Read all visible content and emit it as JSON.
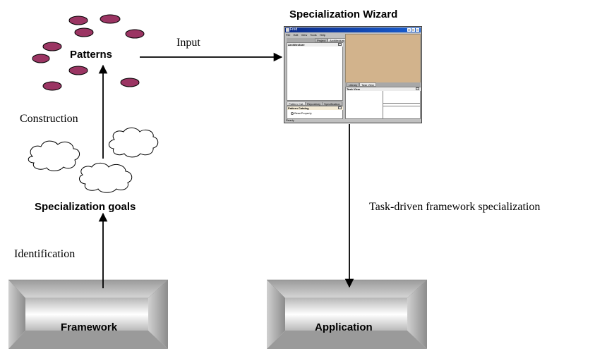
{
  "patterns": {
    "label": "Patterns",
    "color": "#9b3563"
  },
  "specialization_goals": {
    "label": "Specialization goals"
  },
  "construction": {
    "label": "Construction"
  },
  "identification": {
    "label": "Identification"
  },
  "framework": {
    "label": "Framework"
  },
  "application": {
    "label": "Application"
  },
  "input": {
    "label": "Input"
  },
  "task_driven": {
    "label": "Task-driven framework specialization"
  },
  "wizard": {
    "heading": "Specialization Wizard",
    "window_title": "Fred",
    "menu": [
      "File",
      "Edit",
      "View",
      "Tools",
      "Help"
    ],
    "top_tabs": [
      "Project",
      "Architecture"
    ],
    "left_header": "Architecture",
    "bottom_tabs": [
      "Pattern Cat...",
      "Repository",
      "Specification"
    ],
    "catalog_header": "Pattern Catalog",
    "catalog_item": "BeanProperty",
    "right_tabs": [
      "Library",
      "Task View"
    ],
    "task_header": "Task View",
    "status": "Ready"
  }
}
